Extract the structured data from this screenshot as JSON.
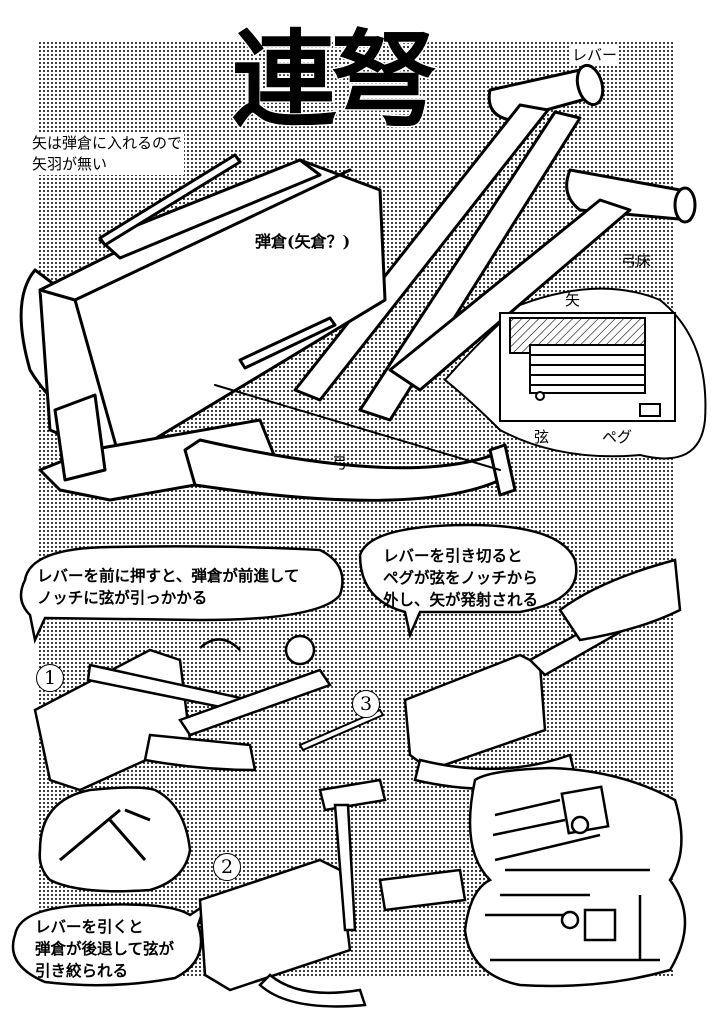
{
  "title": "連弩",
  "labels": {
    "lever": "レバー",
    "arrow_note_line1": "矢は弾倉に入れるので",
    "arrow_note_line2": "矢羽が無い",
    "magazine": "弾倉(矢倉？)",
    "stock": "弓床",
    "bow": "弓",
    "inset_arrow": "矢",
    "inset_string": "弦",
    "inset_peg": "ペグ"
  },
  "steps": [
    {
      "number": "1",
      "lines": [
        "レバーを前に押すと、弾倉が前進して",
        "ノッチに弦が引っかかる"
      ]
    },
    {
      "number": "2",
      "lines": [
        "レバーを引くと",
        "弾倉が後退して弦が",
        "引き絞られる"
      ]
    },
    {
      "number": "3",
      "lines": [
        "レバーを引き切ると",
        "ペグが弦をノッチから",
        "外し、矢が発射される"
      ]
    }
  ]
}
